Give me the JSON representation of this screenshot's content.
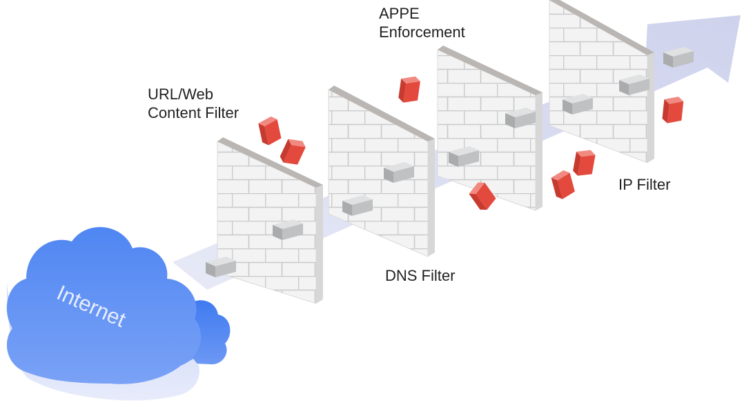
{
  "labels": {
    "appe": [
      "APPE",
      "Enforcement"
    ],
    "url": [
      "URL/Web",
      "Content Filter"
    ],
    "dns": "DNS Filter",
    "ip": "IP Filter"
  },
  "cloud": {
    "label": "Internet",
    "icon": "cloud-icon"
  },
  "colors": {
    "cloud": "#5b8def",
    "arrow": "#d9ddf2",
    "wall": "#f1f1f1",
    "brick_line": "#c7c7c7",
    "packet_safe": "#c4c6c8",
    "packet_blocked": "#e34a3d"
  }
}
